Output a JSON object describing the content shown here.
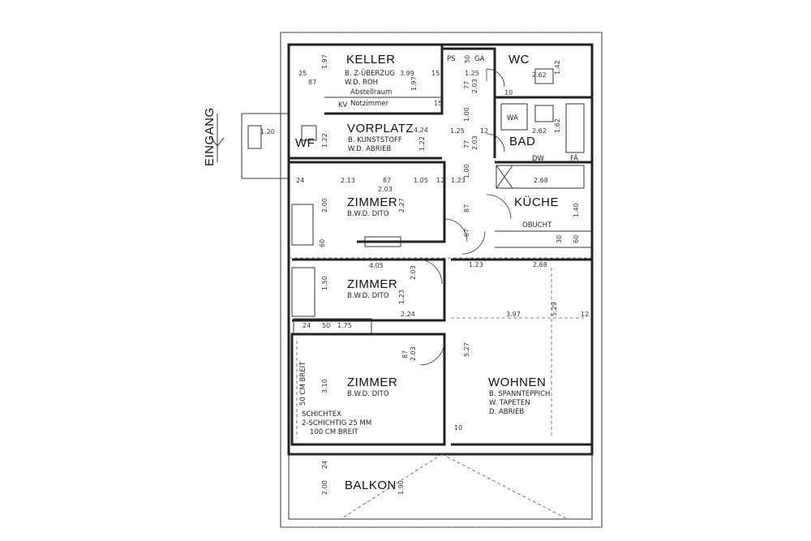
{
  "entrance": "EINGANG",
  "rooms": {
    "keller": {
      "name": "KELLER",
      "lines": [
        "B. Z-ÜBERZUG",
        "W.D. ROH"
      ],
      "sub1": "Abstellraum",
      "sub2": "Notzimmer"
    },
    "vorplatz": {
      "name": "VORPLATZ",
      "lines": [
        "B. KUNSTSTOFF",
        "W.D. ABRIEB"
      ]
    },
    "wc": {
      "name": "WC"
    },
    "bad": {
      "name": "BAD"
    },
    "wf": {
      "name": "WF"
    },
    "kueche": {
      "name": "KÜCHE",
      "note": "OBUCHT"
    },
    "zimmer1": {
      "name": "ZIMMER",
      "note": "B.W.D. DITO"
    },
    "zimmer2": {
      "name": "ZIMMER",
      "note": "B.W.D. DITO"
    },
    "zimmer3": {
      "name": "ZIMMER",
      "note": "B.W.D. DITO",
      "extra": [
        "SCHICHTEX",
        "2-SCHICHTIG 25 MM",
        "100 CM BREIT"
      ],
      "side": "50 CM BREIT"
    },
    "wohnen": {
      "name": "WOHNEN",
      "lines": [
        "B. SPANNTEPPICH",
        "W. TAPETEN",
        "D. ABRIEB"
      ]
    },
    "balkon": {
      "name": "BALKON"
    }
  },
  "labels": {
    "ps": "PS",
    "ga": "GA",
    "wa": "WA",
    "dw": "DW",
    "fa": "FÄ",
    "kv": "KV"
  },
  "dims": {
    "k1": "1.97",
    "k2": "3.99",
    "k3": "1.97",
    "k4": "25",
    "k5": "87",
    "k6": "15",
    "k7": "15",
    "e1": "1.20",
    "v1": "4.24",
    "v2": "1.22",
    "v3": "1.22",
    "wc1": "2.62",
    "wc2": "1.42",
    "wc3": "1.25",
    "wc4": "50",
    "wc5": "10",
    "b1": "2.62",
    "b2": "1.62",
    "b3": "1.25",
    "b4": "12",
    "c1": "1.00",
    "c2": "2.03",
    "c3": "77",
    "c4": "1.00",
    "c5": "2.03",
    "c6": "77",
    "z1a": "2.13",
    "z1b": "87",
    "z1c": "1.05",
    "z1d": "2.03",
    "z1e": "2.00",
    "z1f": "2.27",
    "z1g": "24",
    "z1h": "12",
    "z1i": "1.23",
    "ku1": "2.68",
    "ku2": "1.40",
    "ku3": "60",
    "ku4": "30",
    "ku5": "60",
    "m1": "4.05",
    "m2": "1.23",
    "m3": "2.68",
    "m4": "87",
    "m5": "67",
    "z2a": "1.50",
    "z2b": "2.03",
    "z2c": "1.23",
    "z2d": "2.24",
    "z2e": "3.97",
    "z2f": "5.29",
    "z2g": "12",
    "s1": "24",
    "s2": "50",
    "s3": "1.75",
    "z3a": "3.10",
    "z3b": "2.03",
    "z3c": "87",
    "z3d": "5.27",
    "bk1": "2.00",
    "bk2": "1.90",
    "bk3": "24",
    "bk4": "10"
  }
}
